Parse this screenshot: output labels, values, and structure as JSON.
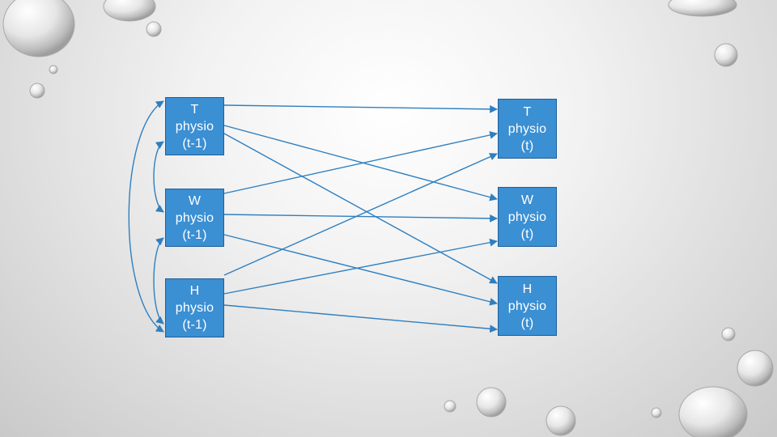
{
  "colors": {
    "node_fill": "#3b8fd3",
    "node_border": "#1f5f99",
    "node_text": "#ffffff",
    "arrow": "#2f7fbf"
  },
  "nodes": {
    "t_prev": {
      "line1": "T",
      "line2": "physio",
      "line3": "(t-1)"
    },
    "w_prev": {
      "line1": "W",
      "line2": "physio",
      "line3": "(t-1)"
    },
    "h_prev": {
      "line1": "H",
      "line2": "physio",
      "line3": "(t-1)"
    },
    "t_now": {
      "line1": "T",
      "line2": "physio",
      "line3": "(t)"
    },
    "w_now": {
      "line1": "W",
      "line2": "physio",
      "line3": "(t)"
    },
    "h_now": {
      "line1": "H",
      "line2": "physio",
      "line3": "(t)"
    }
  },
  "edges": [
    {
      "from": "t_prev",
      "to": "t_now"
    },
    {
      "from": "t_prev",
      "to": "w_now"
    },
    {
      "from": "t_prev",
      "to": "h_now"
    },
    {
      "from": "w_prev",
      "to": "t_now"
    },
    {
      "from": "w_prev",
      "to": "w_now"
    },
    {
      "from": "w_prev",
      "to": "h_now"
    },
    {
      "from": "h_prev",
      "to": "t_now"
    },
    {
      "from": "h_prev",
      "to": "w_now"
    },
    {
      "from": "h_prev",
      "to": "h_now"
    }
  ],
  "correlations": [
    {
      "a": "t_prev",
      "b": "w_prev"
    },
    {
      "a": "w_prev",
      "b": "h_prev"
    },
    {
      "a": "t_prev",
      "b": "h_prev"
    }
  ]
}
